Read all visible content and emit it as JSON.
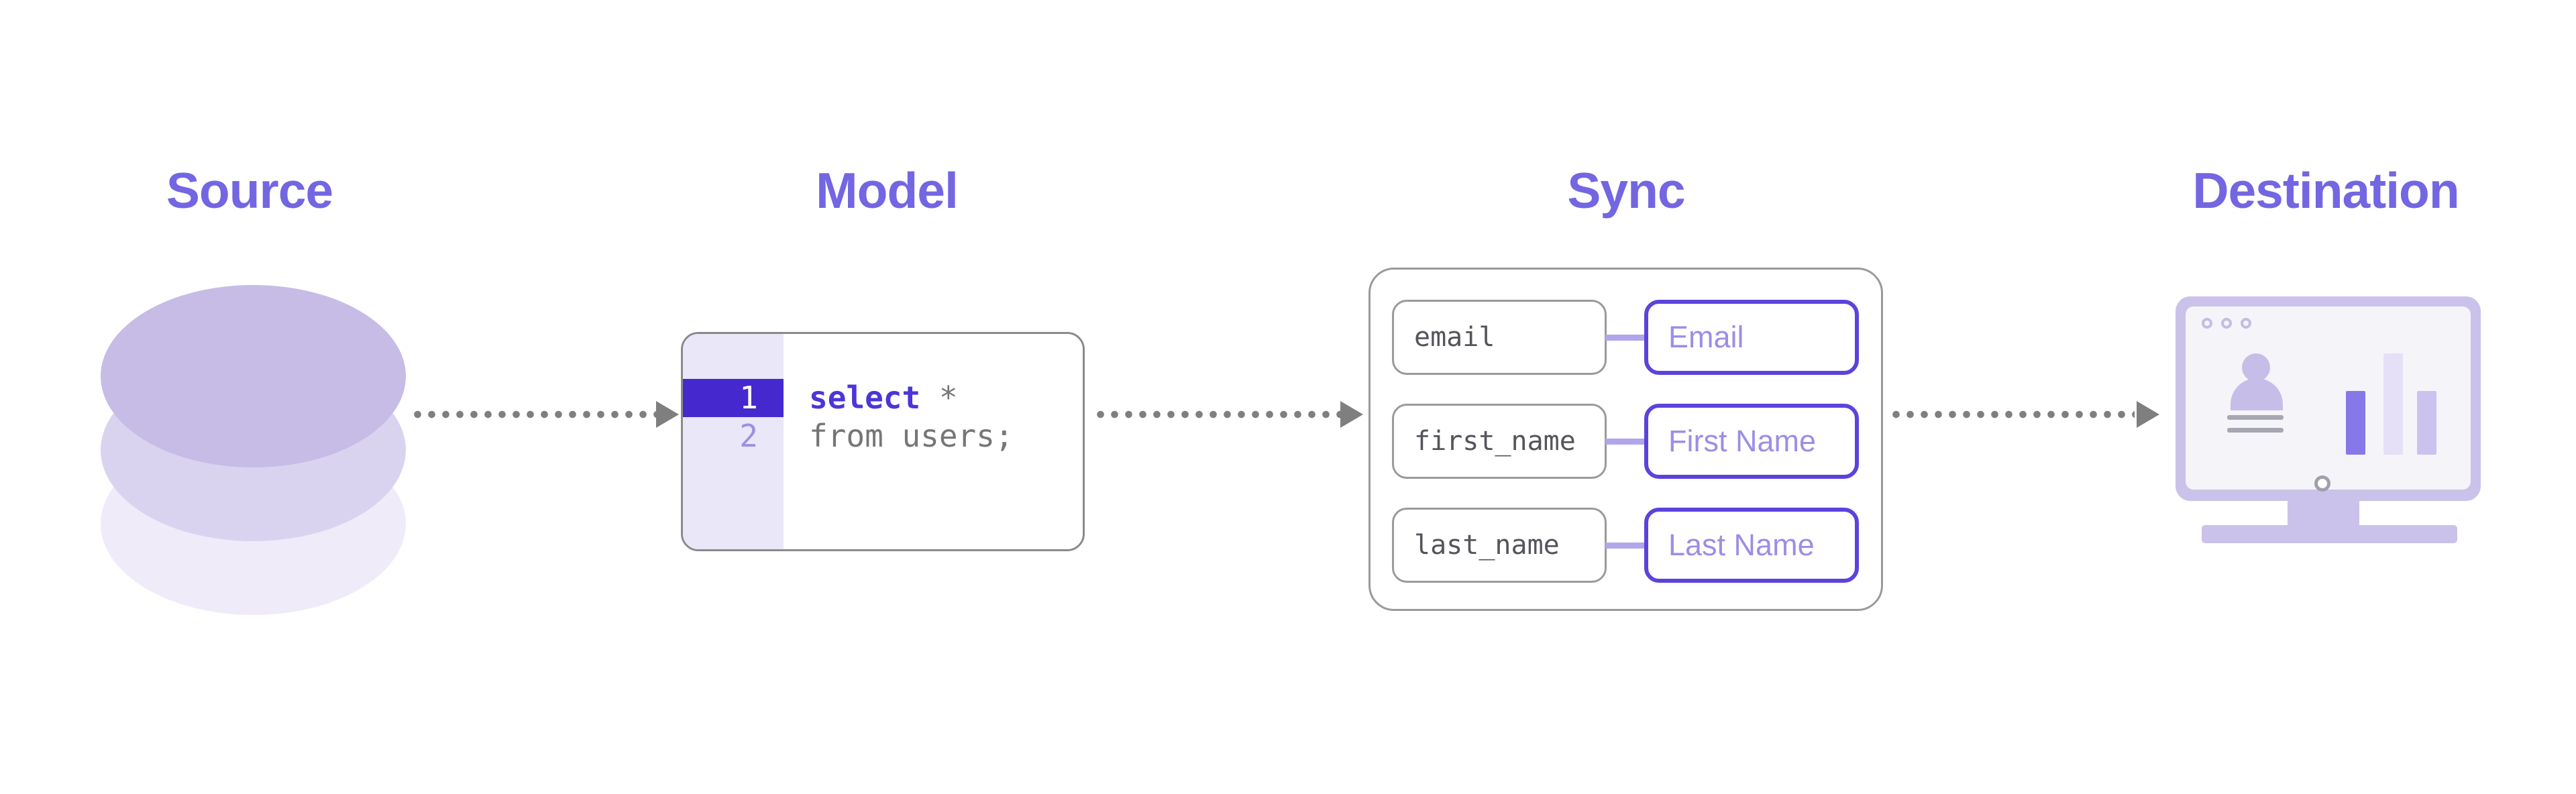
{
  "stages": {
    "source": {
      "title": "Source"
    },
    "model": {
      "title": "Model",
      "code": {
        "line1": {
          "number": "1",
          "keyword": "select",
          "rest": " *"
        },
        "line2": {
          "number": "2",
          "text": "from users;"
        }
      }
    },
    "sync": {
      "title": "Sync",
      "mappings": [
        {
          "source_field": "email",
          "destination_field": "Email"
        },
        {
          "source_field": "first_name",
          "destination_field": "First Name"
        },
        {
          "source_field": "last_name",
          "destination_field": "Last Name"
        }
      ]
    },
    "destination": {
      "title": "Destination"
    }
  },
  "icons": {
    "source": "database-icon",
    "destination": "monitor-dashboard-icon",
    "connectors": "dotted-arrow-right"
  },
  "colors": {
    "background": "#FFFFFF",
    "title_purple": "#7366E2",
    "arrow_gray": "#7F7F7F",
    "editor_border": "#8A8A8A",
    "editor_gutter_bg": "#EAE7F8",
    "editor_highlight": "#4529CF",
    "editor_keyword": "#4B35D9",
    "editor_code_gray": "#767676",
    "editor_lineno_muted": "#9D90E2",
    "sync_border_gray": "#9A9A9A",
    "sync_connector": "#B2A5EC",
    "dest_pill_border": "#5B43DC",
    "dest_pill_text": "#9C8EE6",
    "db_ellipse_1": "#C6BCE6",
    "db_ellipse_2": "#DAD3F0",
    "db_ellipse_3": "#EFEBF9",
    "monitor_lavender": "#CBC2EB",
    "monitor_screen": "#F5F4F8",
    "monitor_bar_dark": "#8678E8",
    "monitor_bar_light": "#E5E0F8",
    "monitor_bar_mid": "#CCC2F0"
  }
}
